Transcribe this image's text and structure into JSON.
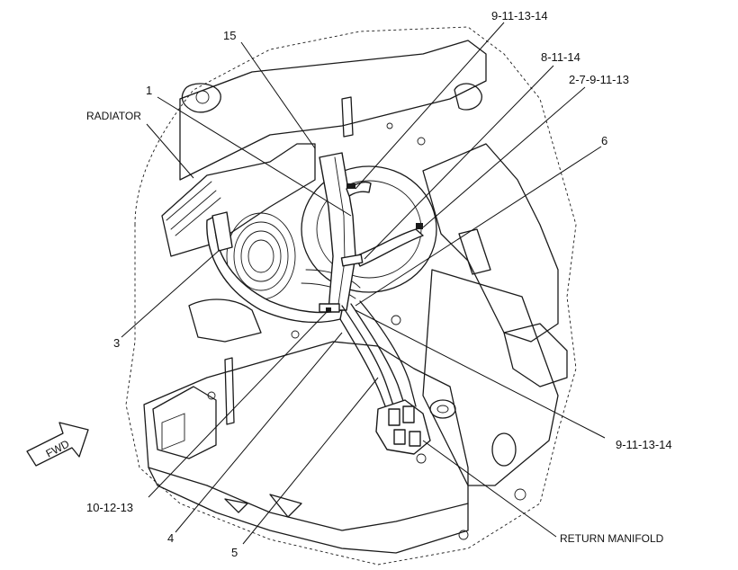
{
  "callouts": {
    "top_1": "9-11-13-14",
    "label_15": "15",
    "top_2": "8-11-14",
    "top_3": "2-7-9-11-13",
    "label_1": "1",
    "radiator": "RADIATOR",
    "label_6": "6",
    "label_3": "3",
    "right_low": "9-11-13-14",
    "bottom_left": "10-12-13",
    "label_4": "4",
    "label_5": "5",
    "return_manifold": "RETURN MANIFOLD"
  },
  "fwd_arrow": {
    "label": "FWD"
  }
}
